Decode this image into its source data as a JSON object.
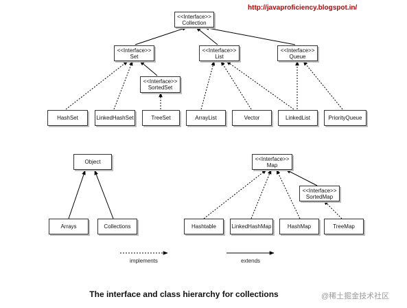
{
  "source_url": "http://javaproficiency.blogspot.in/",
  "caption": "The interface and class  hierarchy for collections",
  "watermark": "@稀土掘金技术社区",
  "interface_stereotype": "<<Interface>>",
  "nodes": {
    "collection": "Collection",
    "set": "Set",
    "list": "List",
    "queue": "Queue",
    "sortedset": "SortedSet",
    "hashset": "HashSet",
    "linkedhashset": "LinkedHashSet",
    "treeset": "TreeSet",
    "arraylist": "ArrayList",
    "vector": "Vector",
    "linkedlist": "LinkedList",
    "priorityqueue": "PriorityQueue",
    "object": "Object",
    "arrays": "Arrays",
    "collections": "Collections",
    "map": "Map",
    "sortedmap": "SortedMap",
    "hashtable": "Hashtable",
    "linkedhashmap": "LinkedHashMap",
    "hashmap": "HashMap",
    "treemap": "TreeMap"
  },
  "legend": {
    "implements": "implements",
    "extends": "extends"
  }
}
